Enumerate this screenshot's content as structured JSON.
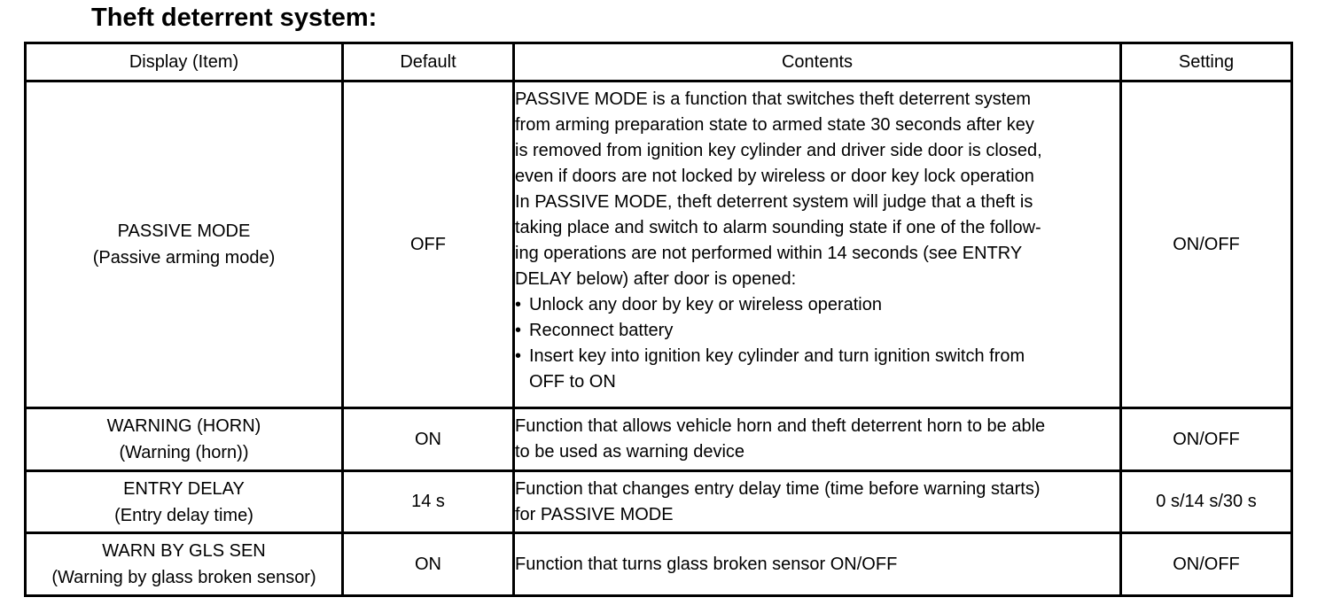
{
  "title": "Theft deterrent system:",
  "glyphs": {
    "bullet": "•"
  },
  "table": {
    "headers": {
      "item": "Display (Item)",
      "default": "Default",
      "contents": "Contents",
      "setting": "Setting"
    },
    "rows": [
      {
        "item": "PASSIVE MODE",
        "item_sub": "(Passive arming mode)",
        "default": "OFF",
        "lines": [
          "PASSIVE MODE is a function that switches theft deterrent system",
          "from arming preparation state to armed state 30 seconds after key",
          "is removed from ignition key cylinder and driver side door is closed,",
          "even if doors are not locked by wireless or door key lock operation",
          "In PASSIVE MODE, theft deterrent system will judge that a theft is",
          "taking place and switch to alarm sounding state if one of the follow-",
          "ing operations are not performed within 14 seconds (see ENTRY",
          "DELAY below) after door is opened:"
        ],
        "bullets": [
          [
            "Unlock any door by key or wireless operation"
          ],
          [
            "Reconnect battery"
          ],
          [
            "Insert key into ignition key cylinder and turn ignition switch from",
            "OFF to ON"
          ]
        ],
        "setting": "ON/OFF"
      },
      {
        "item": "WARNING (HORN)",
        "item_sub": "(Warning (horn))",
        "default": "ON",
        "lines": [
          "Function that allows vehicle horn and theft deterrent horn to be able",
          "to be used as warning device"
        ],
        "setting": "ON/OFF"
      },
      {
        "item": "ENTRY DELAY",
        "item_sub": "(Entry delay time)",
        "default": "14 s",
        "lines": [
          "Function that changes entry delay time (time before warning starts)",
          "for PASSIVE MODE"
        ],
        "setting": "0 s/14 s/30 s"
      },
      {
        "item": "WARN BY GLS SEN",
        "item_sub": "(Warning by glass broken sensor)",
        "default": "ON",
        "lines": [
          "Function that turns glass broken sensor ON/OFF"
        ],
        "setting": "ON/OFF"
      }
    ]
  }
}
